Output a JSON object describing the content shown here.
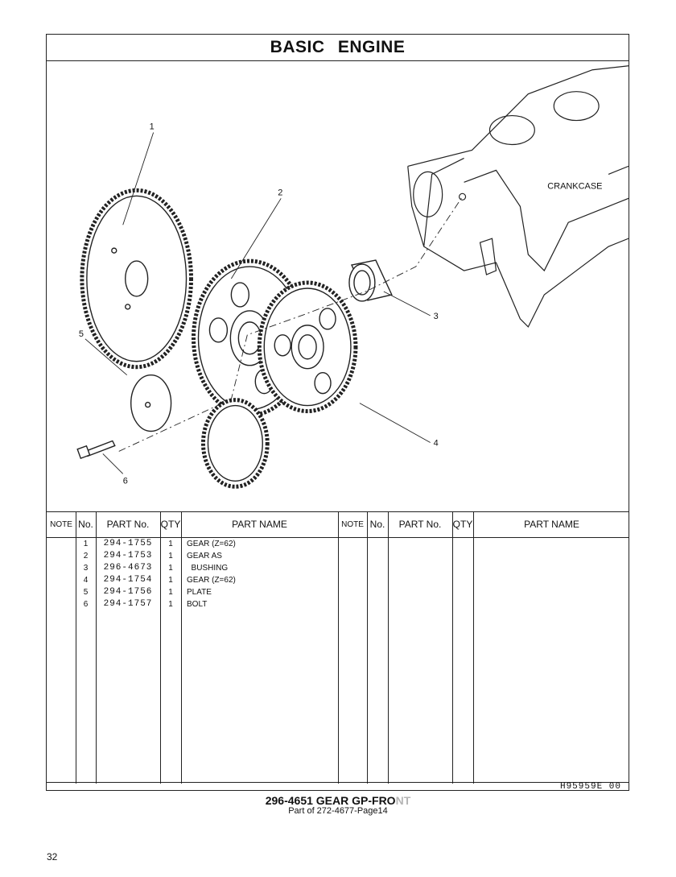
{
  "page": {
    "title": "BASIC   ENGINE",
    "page_number": "32"
  },
  "illustration": {
    "crankcase_label": "CRANKCASE",
    "callouts": [
      "1",
      "2",
      "3",
      "4",
      "5",
      "6"
    ]
  },
  "table": {
    "headers": {
      "note": "NOTE",
      "no": "No.",
      "part_no": "PART No.",
      "qty": "QTY",
      "part_name": "PART NAME"
    },
    "rows": [
      {
        "no": "1",
        "part_no": "294-1755",
        "qty": "1",
        "name": "GEAR (Z=62)"
      },
      {
        "no": "2",
        "part_no": "294-1753",
        "qty": "1",
        "name": "GEAR AS"
      },
      {
        "no": "3",
        "part_no": "296-4673",
        "qty": "1",
        "name": "  BUSHING"
      },
      {
        "no": "4",
        "part_no": "294-1754",
        "qty": "1",
        "name": "GEAR (Z=62)"
      },
      {
        "no": "5",
        "part_no": "294-1756",
        "qty": "1",
        "name": "PLATE"
      },
      {
        "no": "6",
        "part_no": "294-1757",
        "qty": "1",
        "name": "BOLT"
      }
    ],
    "reference": "H95959E   00"
  },
  "caption": {
    "main": "296-4651  GEAR  GP-FRO",
    "main_faded": "NT",
    "sub": "Part of 272-4677-Page14"
  }
}
